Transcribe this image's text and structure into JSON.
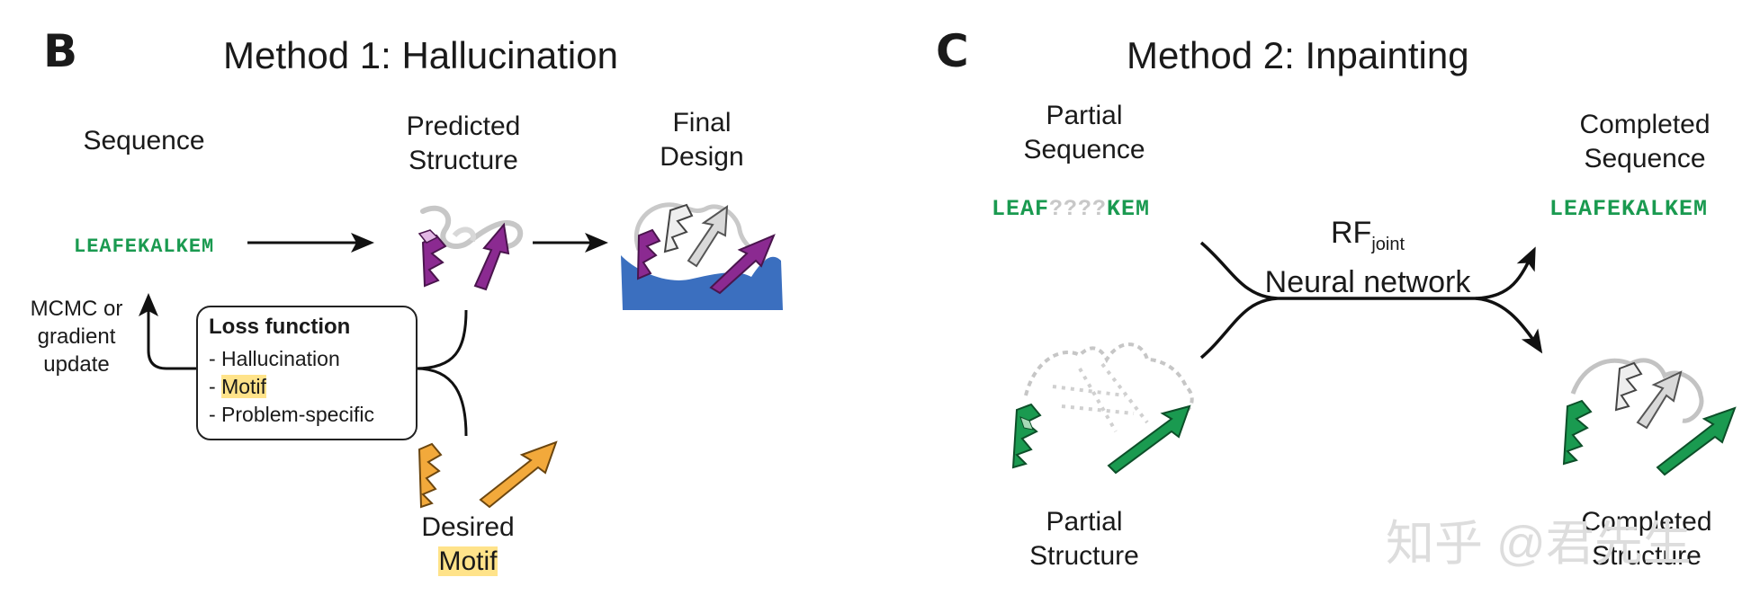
{
  "panel_b": {
    "letter": "B",
    "title": "Method 1: Hallucination",
    "sequence_label": "Sequence",
    "sequence": "LEAFEKALKEM",
    "predicted_label_1": "Predicted",
    "predicted_label_2": "Structure",
    "final_label_1": "Final",
    "final_label_2": "Design",
    "update_label_1": "MCMC or",
    "update_label_2": "gradient",
    "update_label_3": "update",
    "loss_function": {
      "title": "Loss function",
      "items": [
        "- Hallucination",
        "- ",
        "Motif",
        "- Problem-specific"
      ]
    },
    "desired_label_1": "Desired",
    "desired_label_2": "Motif"
  },
  "panel_c": {
    "letter": "C",
    "title": "Method 2: Inpainting",
    "partial_seq_label_1": "Partial",
    "partial_seq_label_2": "Sequence",
    "partial_sequence_start": "LEAF",
    "partial_sequence_mask": "????",
    "partial_sequence_end": "KEM",
    "network_name": "RF",
    "network_subscript": "joint",
    "network_desc": "Neural network",
    "completed_seq_label_1": "Completed",
    "completed_seq_label_2": "Sequence",
    "completed_sequence": "LEAFEKALKEM",
    "partial_struct_label_1": "Partial",
    "partial_struct_label_2": "Structure",
    "completed_struct_label_1": "Completed",
    "completed_struct_label_2": "Structure"
  },
  "watermark": "知乎 @君先生",
  "colors": {
    "sequence_green": "#1a9a50",
    "magenta": "#8b2a91",
    "orange": "#f2a93b",
    "pocket_blue": "#3b6fbf",
    "motif_highlight": "#ffe38a"
  }
}
